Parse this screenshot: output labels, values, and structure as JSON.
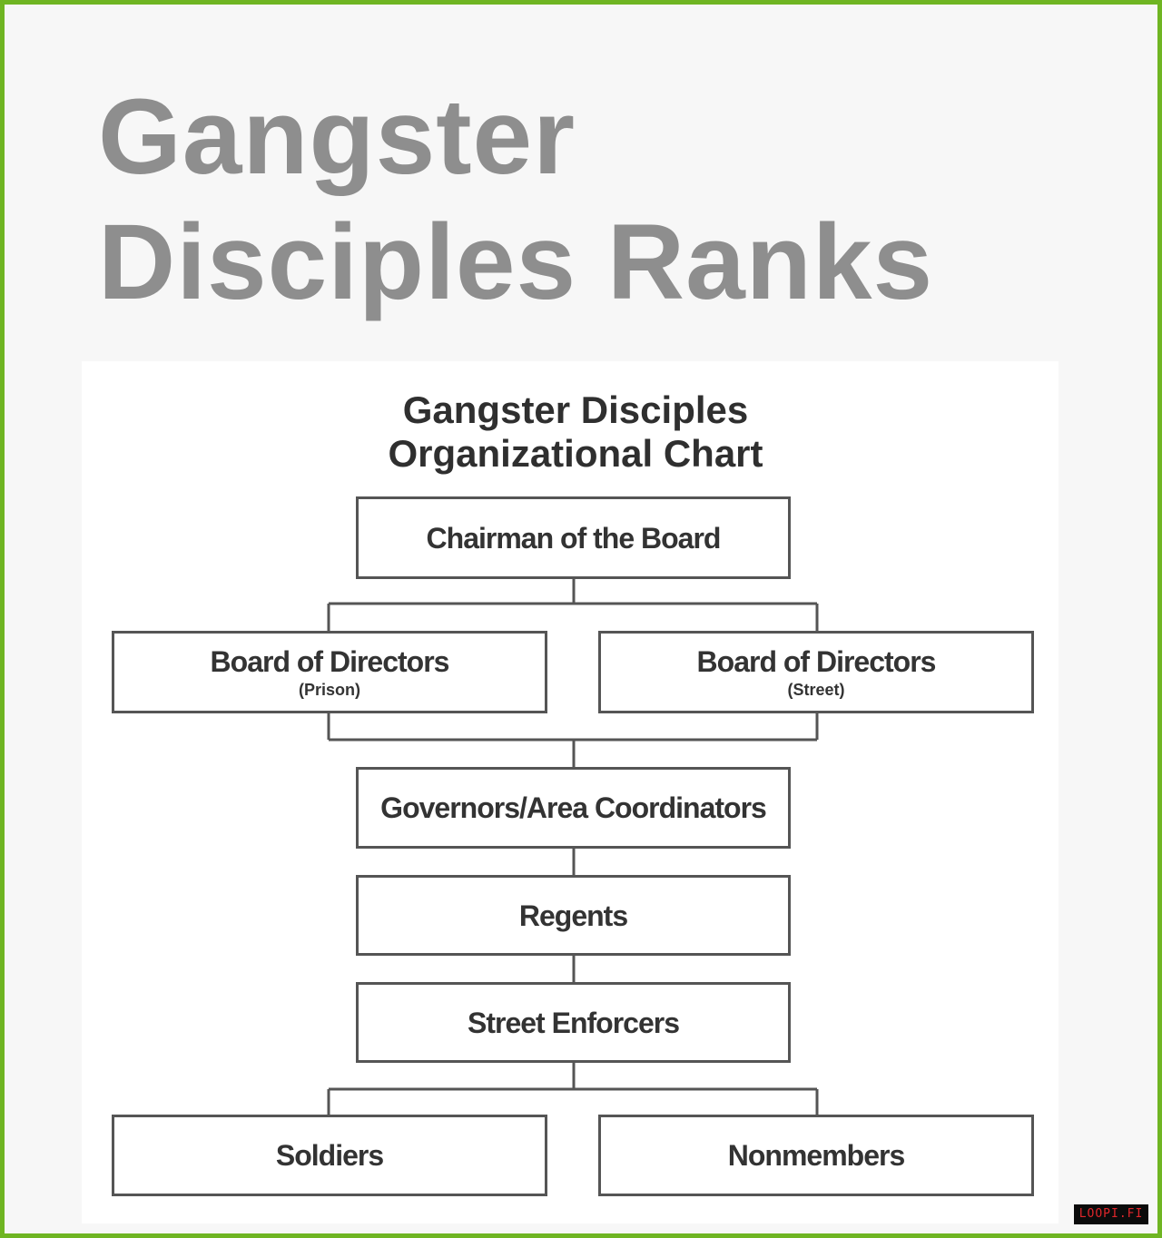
{
  "page": {
    "title_lines": [
      "Gangster",
      "Disciples Ranks"
    ]
  },
  "chart": {
    "title_lines": [
      "Gangster Disciples",
      "Organizational Chart"
    ],
    "nodes": {
      "chairman": {
        "label": "Chairman of the Board"
      },
      "board_prison": {
        "label": "Board of Directors",
        "sub": "(Prison)"
      },
      "board_street": {
        "label": "Board of Directors",
        "sub": "(Street)"
      },
      "governors": {
        "label": "Governors/Area Coordinators"
      },
      "regents": {
        "label": "Regents"
      },
      "enforcers": {
        "label": "Street Enforcers"
      },
      "soldiers": {
        "label": "Soldiers"
      },
      "nonmembers": {
        "label": "Nonmembers"
      }
    }
  },
  "watermark": {
    "text": "LOOPI.FI"
  },
  "colors": {
    "frame_border": "#6fb522",
    "title_text": "#8e8e8e",
    "box_border": "#555555",
    "watermark_text": "#e0262b"
  }
}
